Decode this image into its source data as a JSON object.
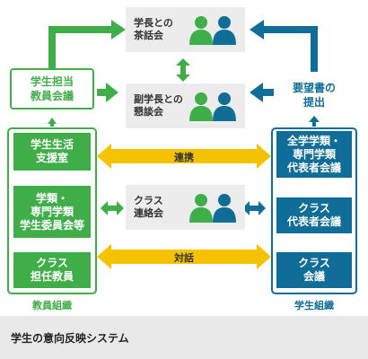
{
  "top": {
    "box1": "学長との\n茶話会",
    "box2": "副学長との\n懇談会",
    "box3": "クラス\n連絡会"
  },
  "faculty_side": {
    "head": "学生担当\n教員会議",
    "items": [
      "学生生活\n支援室",
      "学類・\n専門学類\n学生委員会等",
      "クラス\n担任教員"
    ],
    "frame_label": "教員組織"
  },
  "student_side": {
    "head": "要望書の\n提出",
    "items": [
      "全学学類・\n専門学類\n代表者会議",
      "クラス\n代表者会議",
      "クラス\n会議"
    ],
    "frame_label": "学生組織"
  },
  "arrows": {
    "collab": "連携",
    "dialogue": "対話"
  },
  "footer": {
    "title": "学生の意向反映システム"
  },
  "colors": {
    "green": "#3fae49",
    "blue": "#0f6d97",
    "yellow": "#f5c200",
    "gray_box": "#ececec",
    "footer_bg": "#e9e9e9"
  }
}
